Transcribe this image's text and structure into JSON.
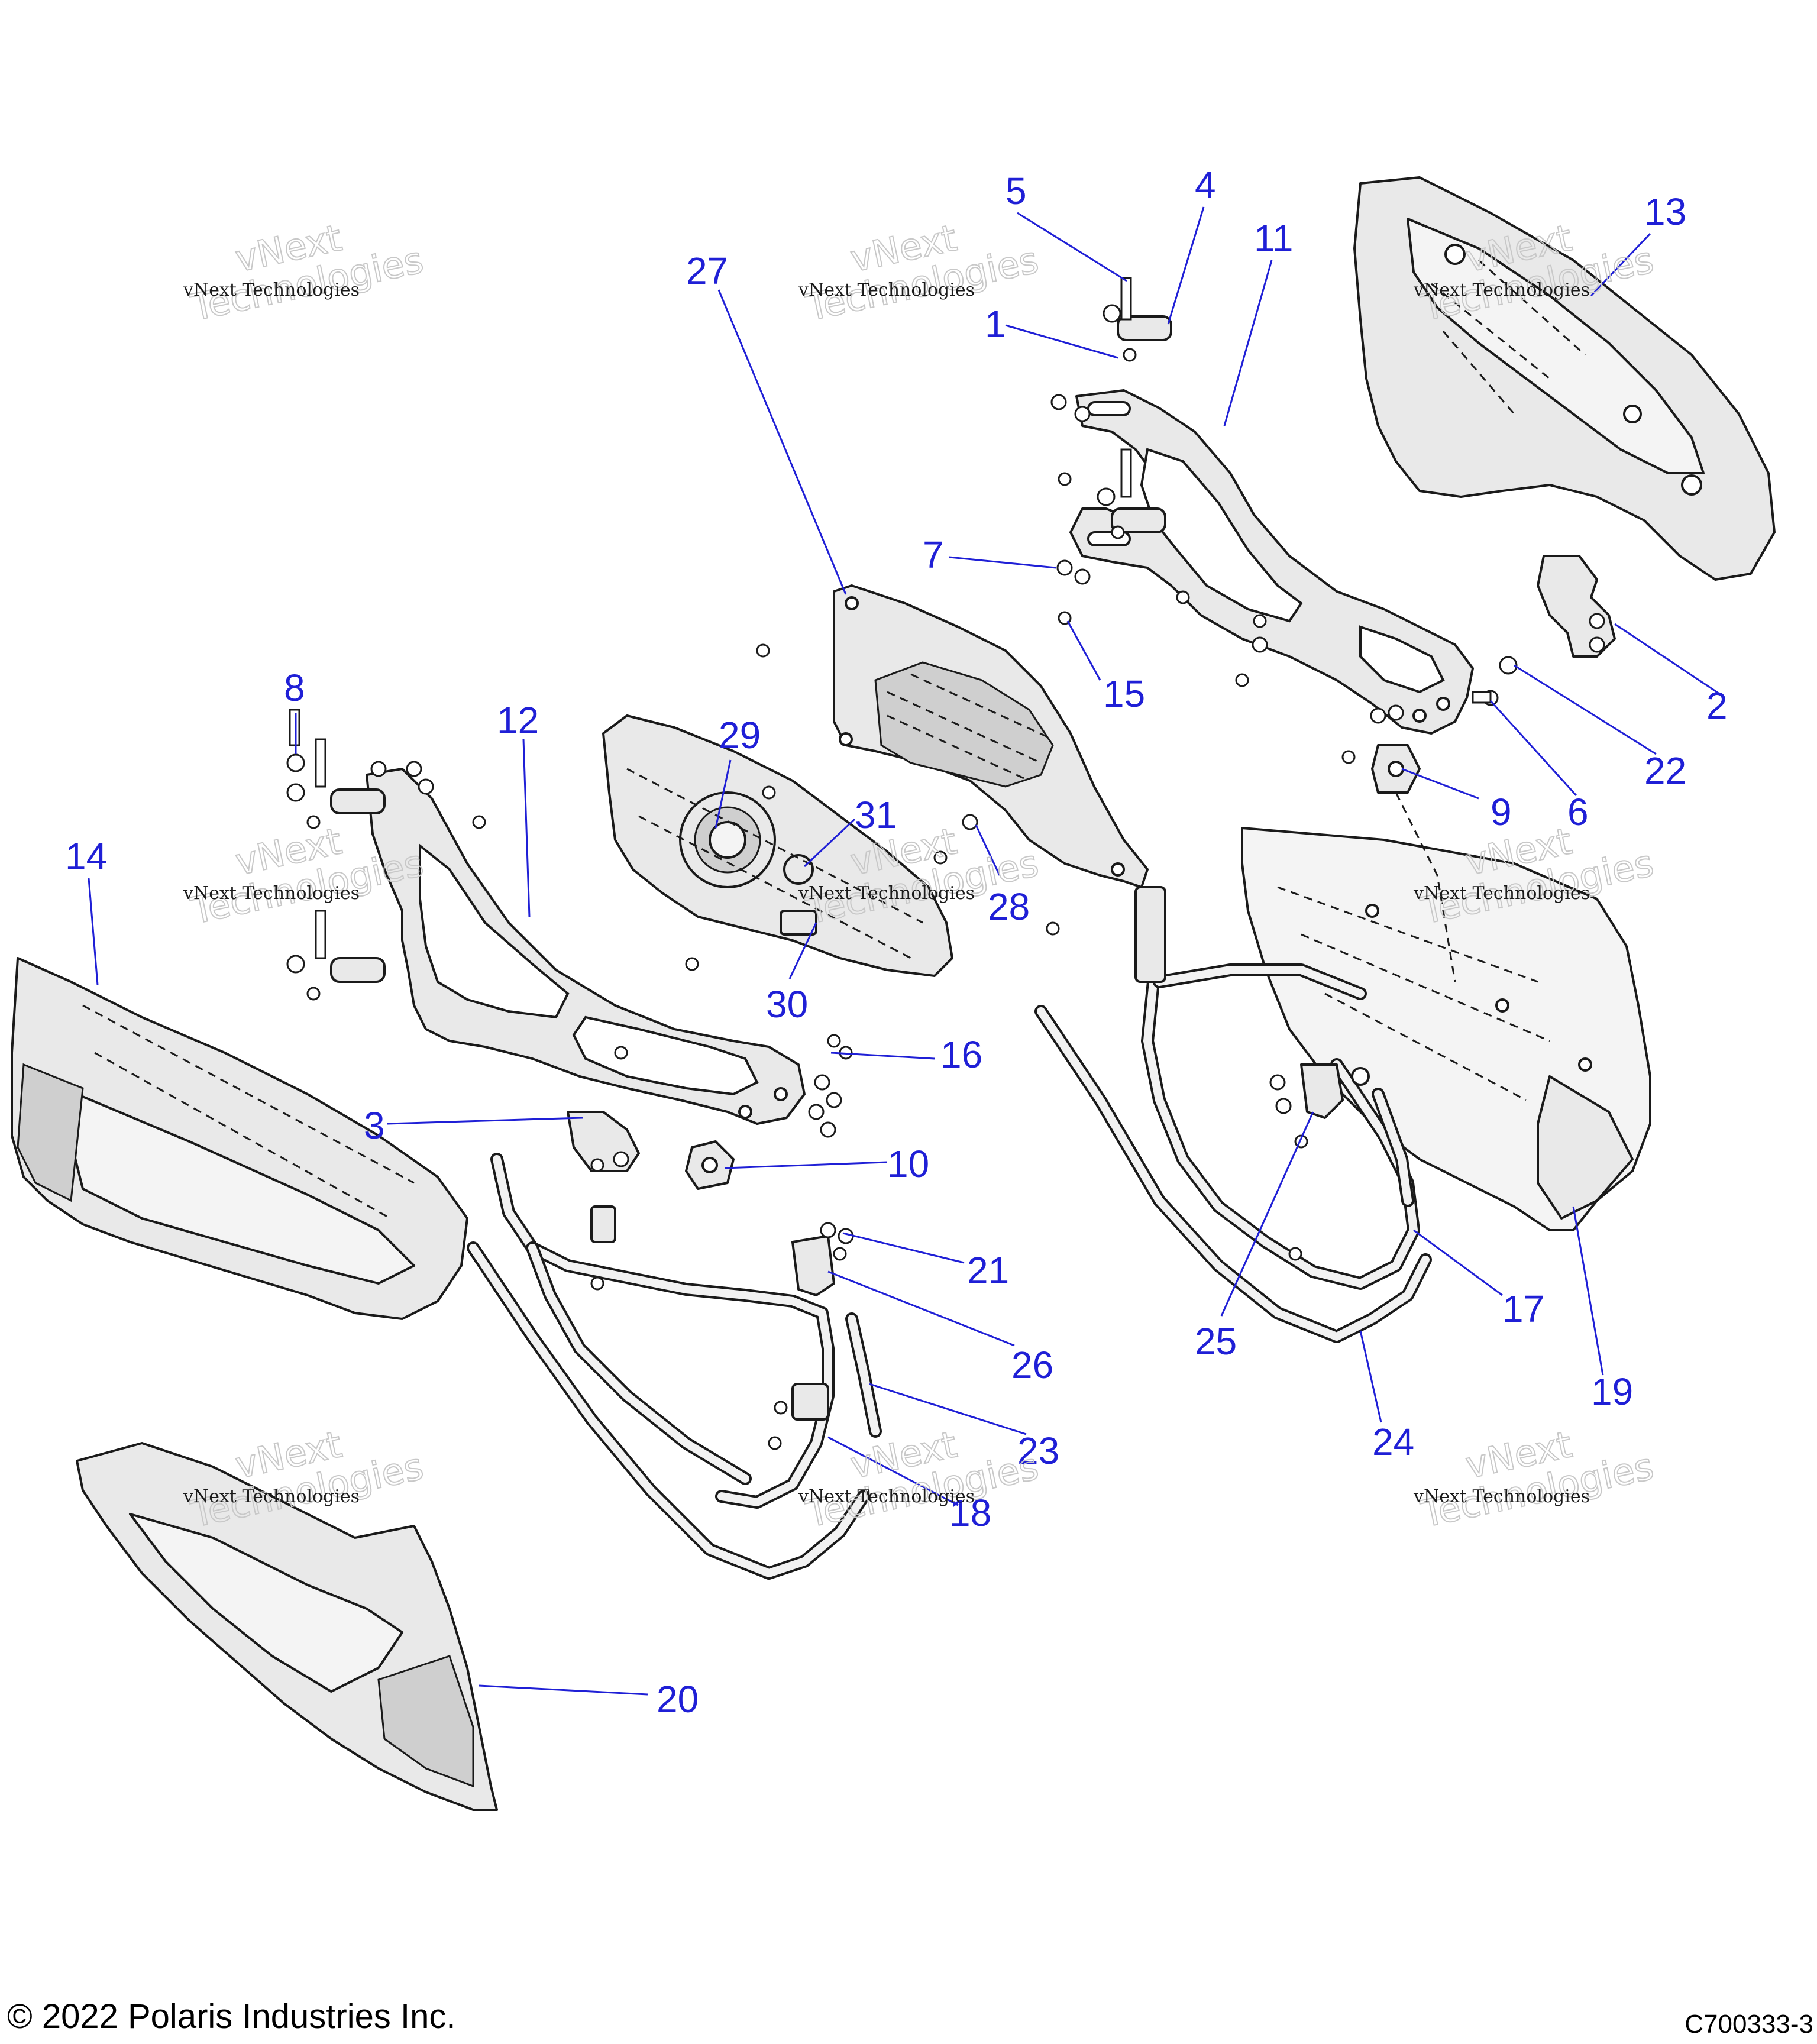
{
  "callouts": [
    {
      "id": "1",
      "label": "1"
    },
    {
      "id": "2",
      "label": "2"
    },
    {
      "id": "3",
      "label": "3"
    },
    {
      "id": "4",
      "label": "4"
    },
    {
      "id": "5",
      "label": "5"
    },
    {
      "id": "6",
      "label": "6"
    },
    {
      "id": "7",
      "label": "7"
    },
    {
      "id": "8",
      "label": "8"
    },
    {
      "id": "9",
      "label": "9"
    },
    {
      "id": "10",
      "label": "10"
    },
    {
      "id": "11",
      "label": "11"
    },
    {
      "id": "12",
      "label": "12"
    },
    {
      "id": "13",
      "label": "13"
    },
    {
      "id": "14",
      "label": "14"
    },
    {
      "id": "15",
      "label": "15"
    },
    {
      "id": "16",
      "label": "16"
    },
    {
      "id": "17",
      "label": "17"
    },
    {
      "id": "18",
      "label": "18"
    },
    {
      "id": "19",
      "label": "19"
    },
    {
      "id": "20",
      "label": "20"
    },
    {
      "id": "21",
      "label": "21"
    },
    {
      "id": "22",
      "label": "22"
    },
    {
      "id": "23",
      "label": "23"
    },
    {
      "id": "24",
      "label": "24"
    },
    {
      "id": "25",
      "label": "25"
    },
    {
      "id": "26",
      "label": "26"
    },
    {
      "id": "27",
      "label": "27"
    },
    {
      "id": "28",
      "label": "28"
    },
    {
      "id": "29",
      "label": "29"
    },
    {
      "id": "30",
      "label": "30"
    },
    {
      "id": "31",
      "label": "31"
    }
  ],
  "watermark": {
    "small": "vNext Technologies",
    "big_top": "vNext",
    "big_bottom": "Technologies"
  },
  "footer": {
    "copyright": "© 2022 Polaris Industries Inc.",
    "drawing_code": "C700333-3"
  },
  "colors": {
    "callout": "#1f1fd6",
    "line": "#1a1a1a",
    "part_fill": "#e9e9e9"
  }
}
